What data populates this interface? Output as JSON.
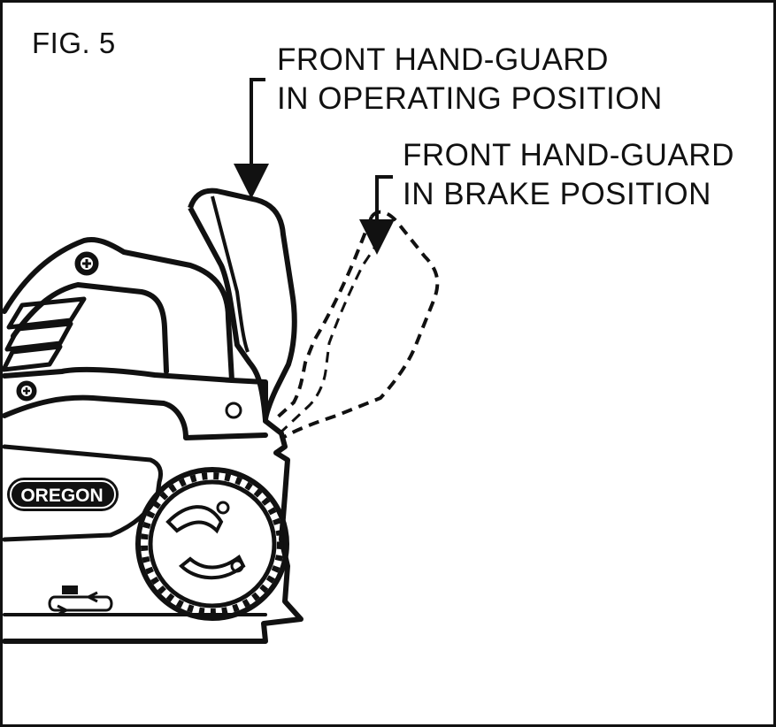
{
  "figure": {
    "title": "FIG. 5"
  },
  "callouts": {
    "operating": {
      "line1": "FRONT HAND-GUARD",
      "line2": "IN OPERATING POSITION"
    },
    "brake": {
      "line1": "FRONT HAND-GUARD",
      "line2": "IN BRAKE POSITION"
    }
  },
  "brand": {
    "logo_text": "OREGON"
  },
  "colors": {
    "ink": "#111111",
    "paper": "#ffffff"
  }
}
